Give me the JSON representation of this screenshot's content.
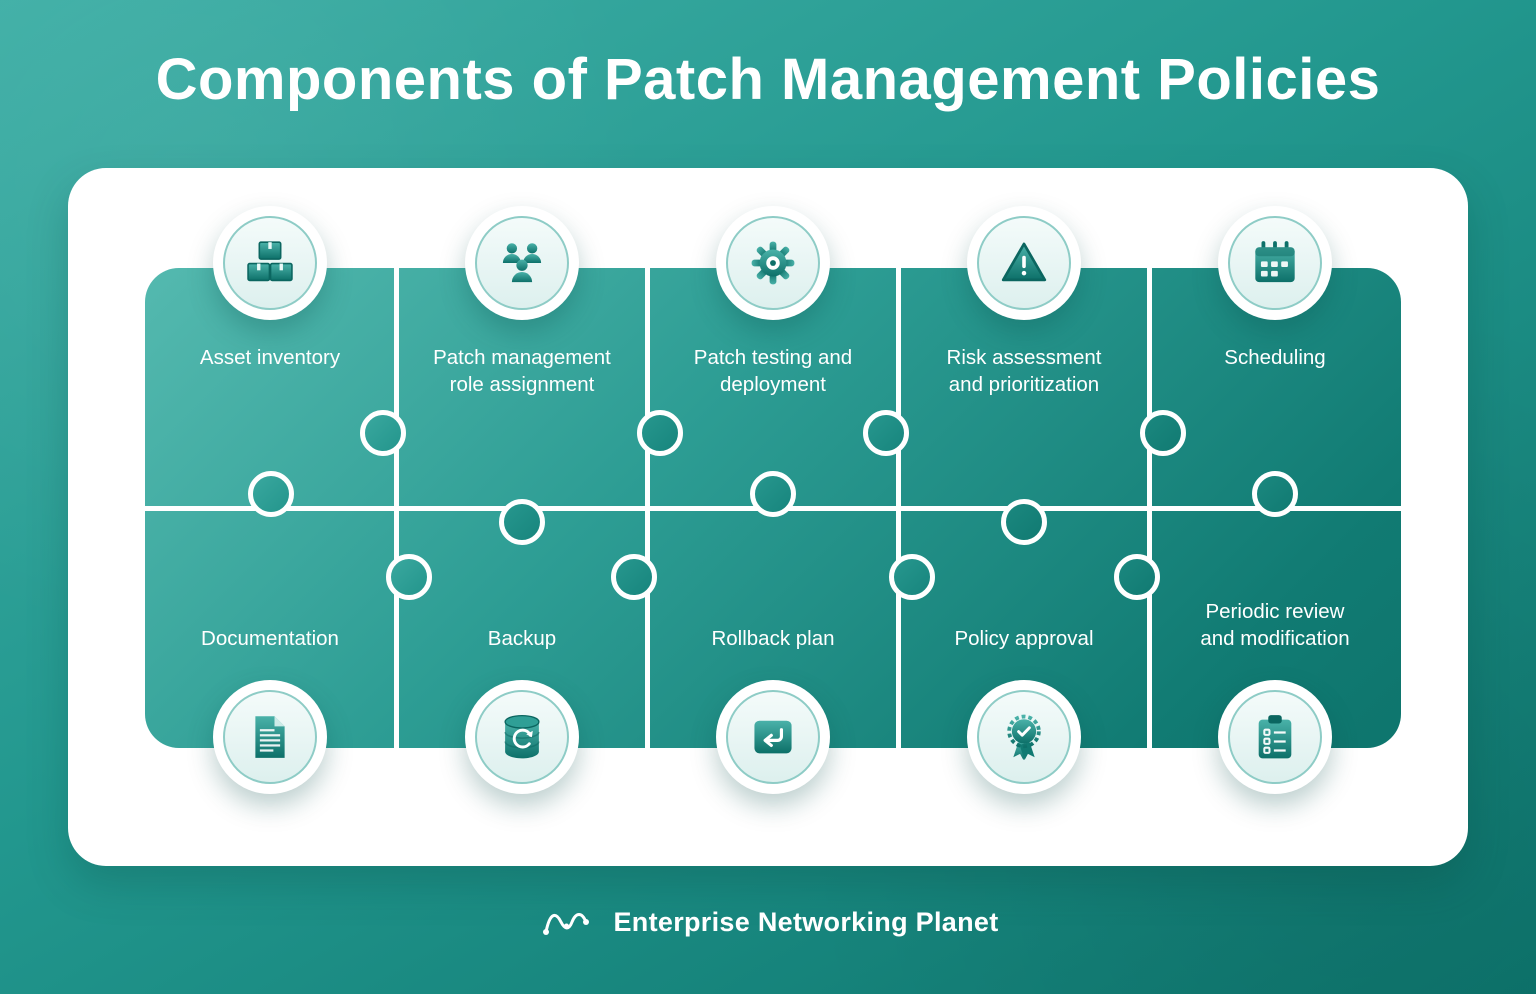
{
  "title": "Components of Patch Management Policies",
  "colors": {
    "background_start": "#3fafa6",
    "background_end": "#0d756d",
    "card": "#ffffff",
    "puzzle_teal_light": "#54b9af",
    "puzzle_teal_dark": "#0e756d",
    "text_light": "#ffffff"
  },
  "items": {
    "top": [
      {
        "label": "Asset inventory",
        "icon": "boxes-icon"
      },
      {
        "label": "Patch management\nrole assignment",
        "icon": "users-icon"
      },
      {
        "label": "Patch testing and\ndeployment",
        "icon": "gear-icon"
      },
      {
        "label": "Risk assessment\nand prioritization",
        "icon": "warning-triangle-icon"
      },
      {
        "label": "Scheduling",
        "icon": "calendar-icon"
      }
    ],
    "bottom": [
      {
        "label": "Documentation",
        "icon": "document-icon"
      },
      {
        "label": "Backup",
        "icon": "database-backup-icon"
      },
      {
        "label": "Rollback plan",
        "icon": "rollback-arrow-icon"
      },
      {
        "label": "Policy approval",
        "icon": "approval-ribbon-icon"
      },
      {
        "label": "Periodic review\nand modification",
        "icon": "clipboard-checklist-icon"
      }
    ]
  },
  "footer": {
    "brand": "Enterprise Networking Planet"
  }
}
